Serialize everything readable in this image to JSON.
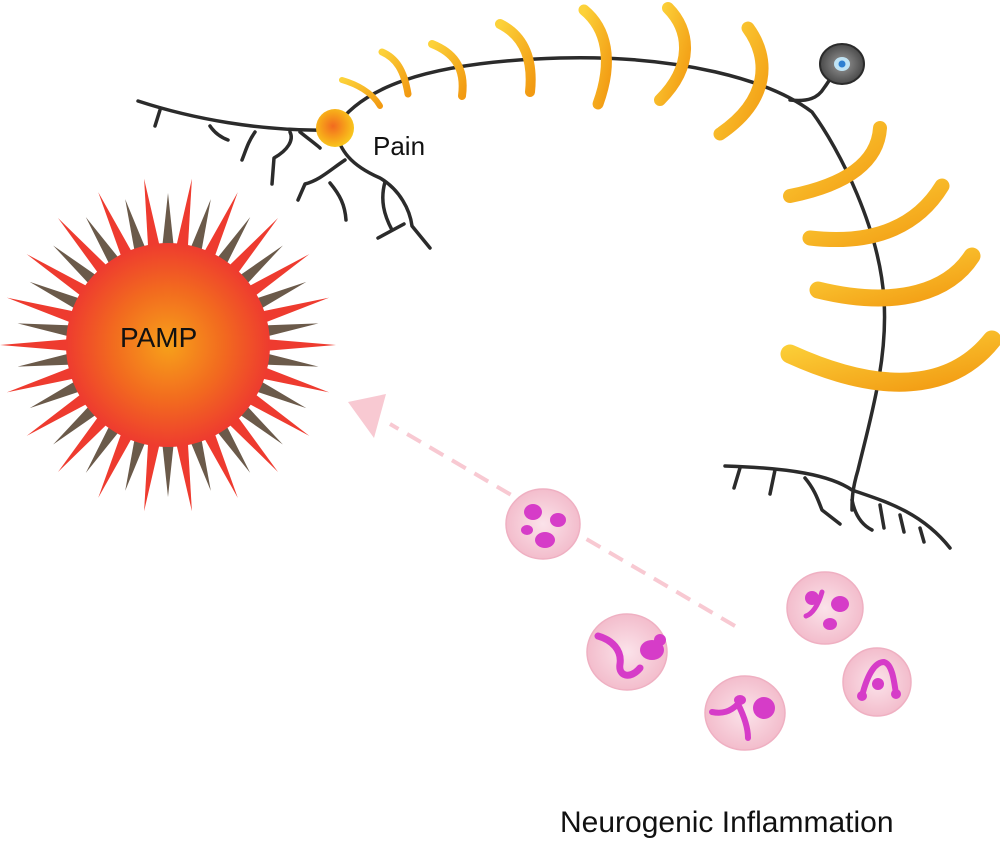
{
  "labels": {
    "pamp": "PAMP",
    "pain": "Pain",
    "neurogenic_inflammation": "Neurogenic Inflammation"
  },
  "colors": {
    "pamp_core": "#f0501e",
    "pamp_center": "#f7a11a",
    "spike_red": "#ee3b2f",
    "spike_brown": "#6b5a4a",
    "axon": "#2b2b2b",
    "signal_wave": "#fbc02d",
    "signal_wave_dark": "#f29a12",
    "immune_cell": "#f6c9d6",
    "nucleus": "#d63cc8",
    "arrow": "#f8c9d2"
  },
  "icons": [
    "pamp-pathogen-icon",
    "pain-receptor-icon",
    "neuron-cell-body-icon",
    "immune-cell-icon",
    "migration-arrow-icon"
  ]
}
